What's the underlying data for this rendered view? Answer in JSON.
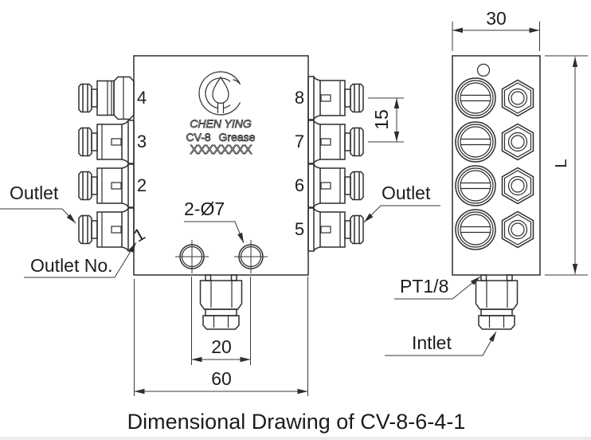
{
  "title": "Dimensional Drawing of CV-8-6-4-1",
  "front_view": {
    "logo": {
      "brand": "CHEN YING",
      "model": "CV-8 Grease",
      "serial": "XXXXXXXX"
    },
    "outlet_numbers_left": [
      "4",
      "3",
      "2",
      "1"
    ],
    "outlet_numbers_right": [
      "8",
      "7",
      "6",
      "5"
    ],
    "labels": {
      "outlet_left": "Outlet",
      "outlet_no": "Outlet No.",
      "outlet_right": "Outlet",
      "holes": "2-Ø7"
    },
    "dimensions": {
      "outlet_pitch": "15",
      "hole_spacing": "20",
      "body_width": "60"
    }
  },
  "side_view": {
    "dimensions": {
      "depth": "30",
      "length": "L"
    },
    "labels": {
      "inlet_thread": "PT1/8",
      "inlet": "Intlet"
    }
  },
  "colors": {
    "line": "#2e2e2e",
    "thin_line": "#3a3a3a",
    "text": "#1c1c1c",
    "background": "#ffffff"
  }
}
